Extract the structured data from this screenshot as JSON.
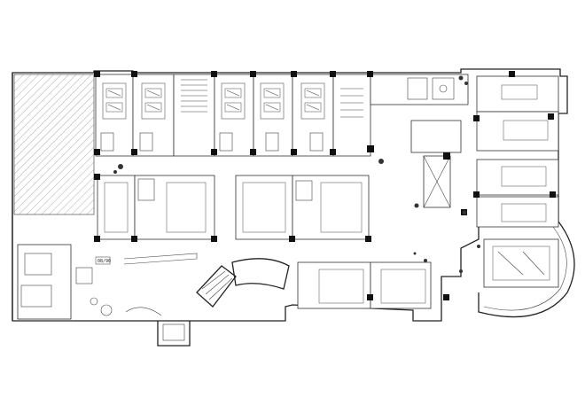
{
  "plan": {
    "room_tag": "08/90",
    "upper_rooms": [
      "room-1",
      "room-2",
      "room-3",
      "room-4",
      "room-5"
    ],
    "right_rooms": [
      "room-r1",
      "room-r2",
      "room-r3",
      "room-r4"
    ],
    "middle_rooms": [
      "room-m1",
      "room-m2",
      "room-m3",
      "room-m4"
    ],
    "lower_rooms": [
      "room-l1",
      "room-l2"
    ]
  }
}
